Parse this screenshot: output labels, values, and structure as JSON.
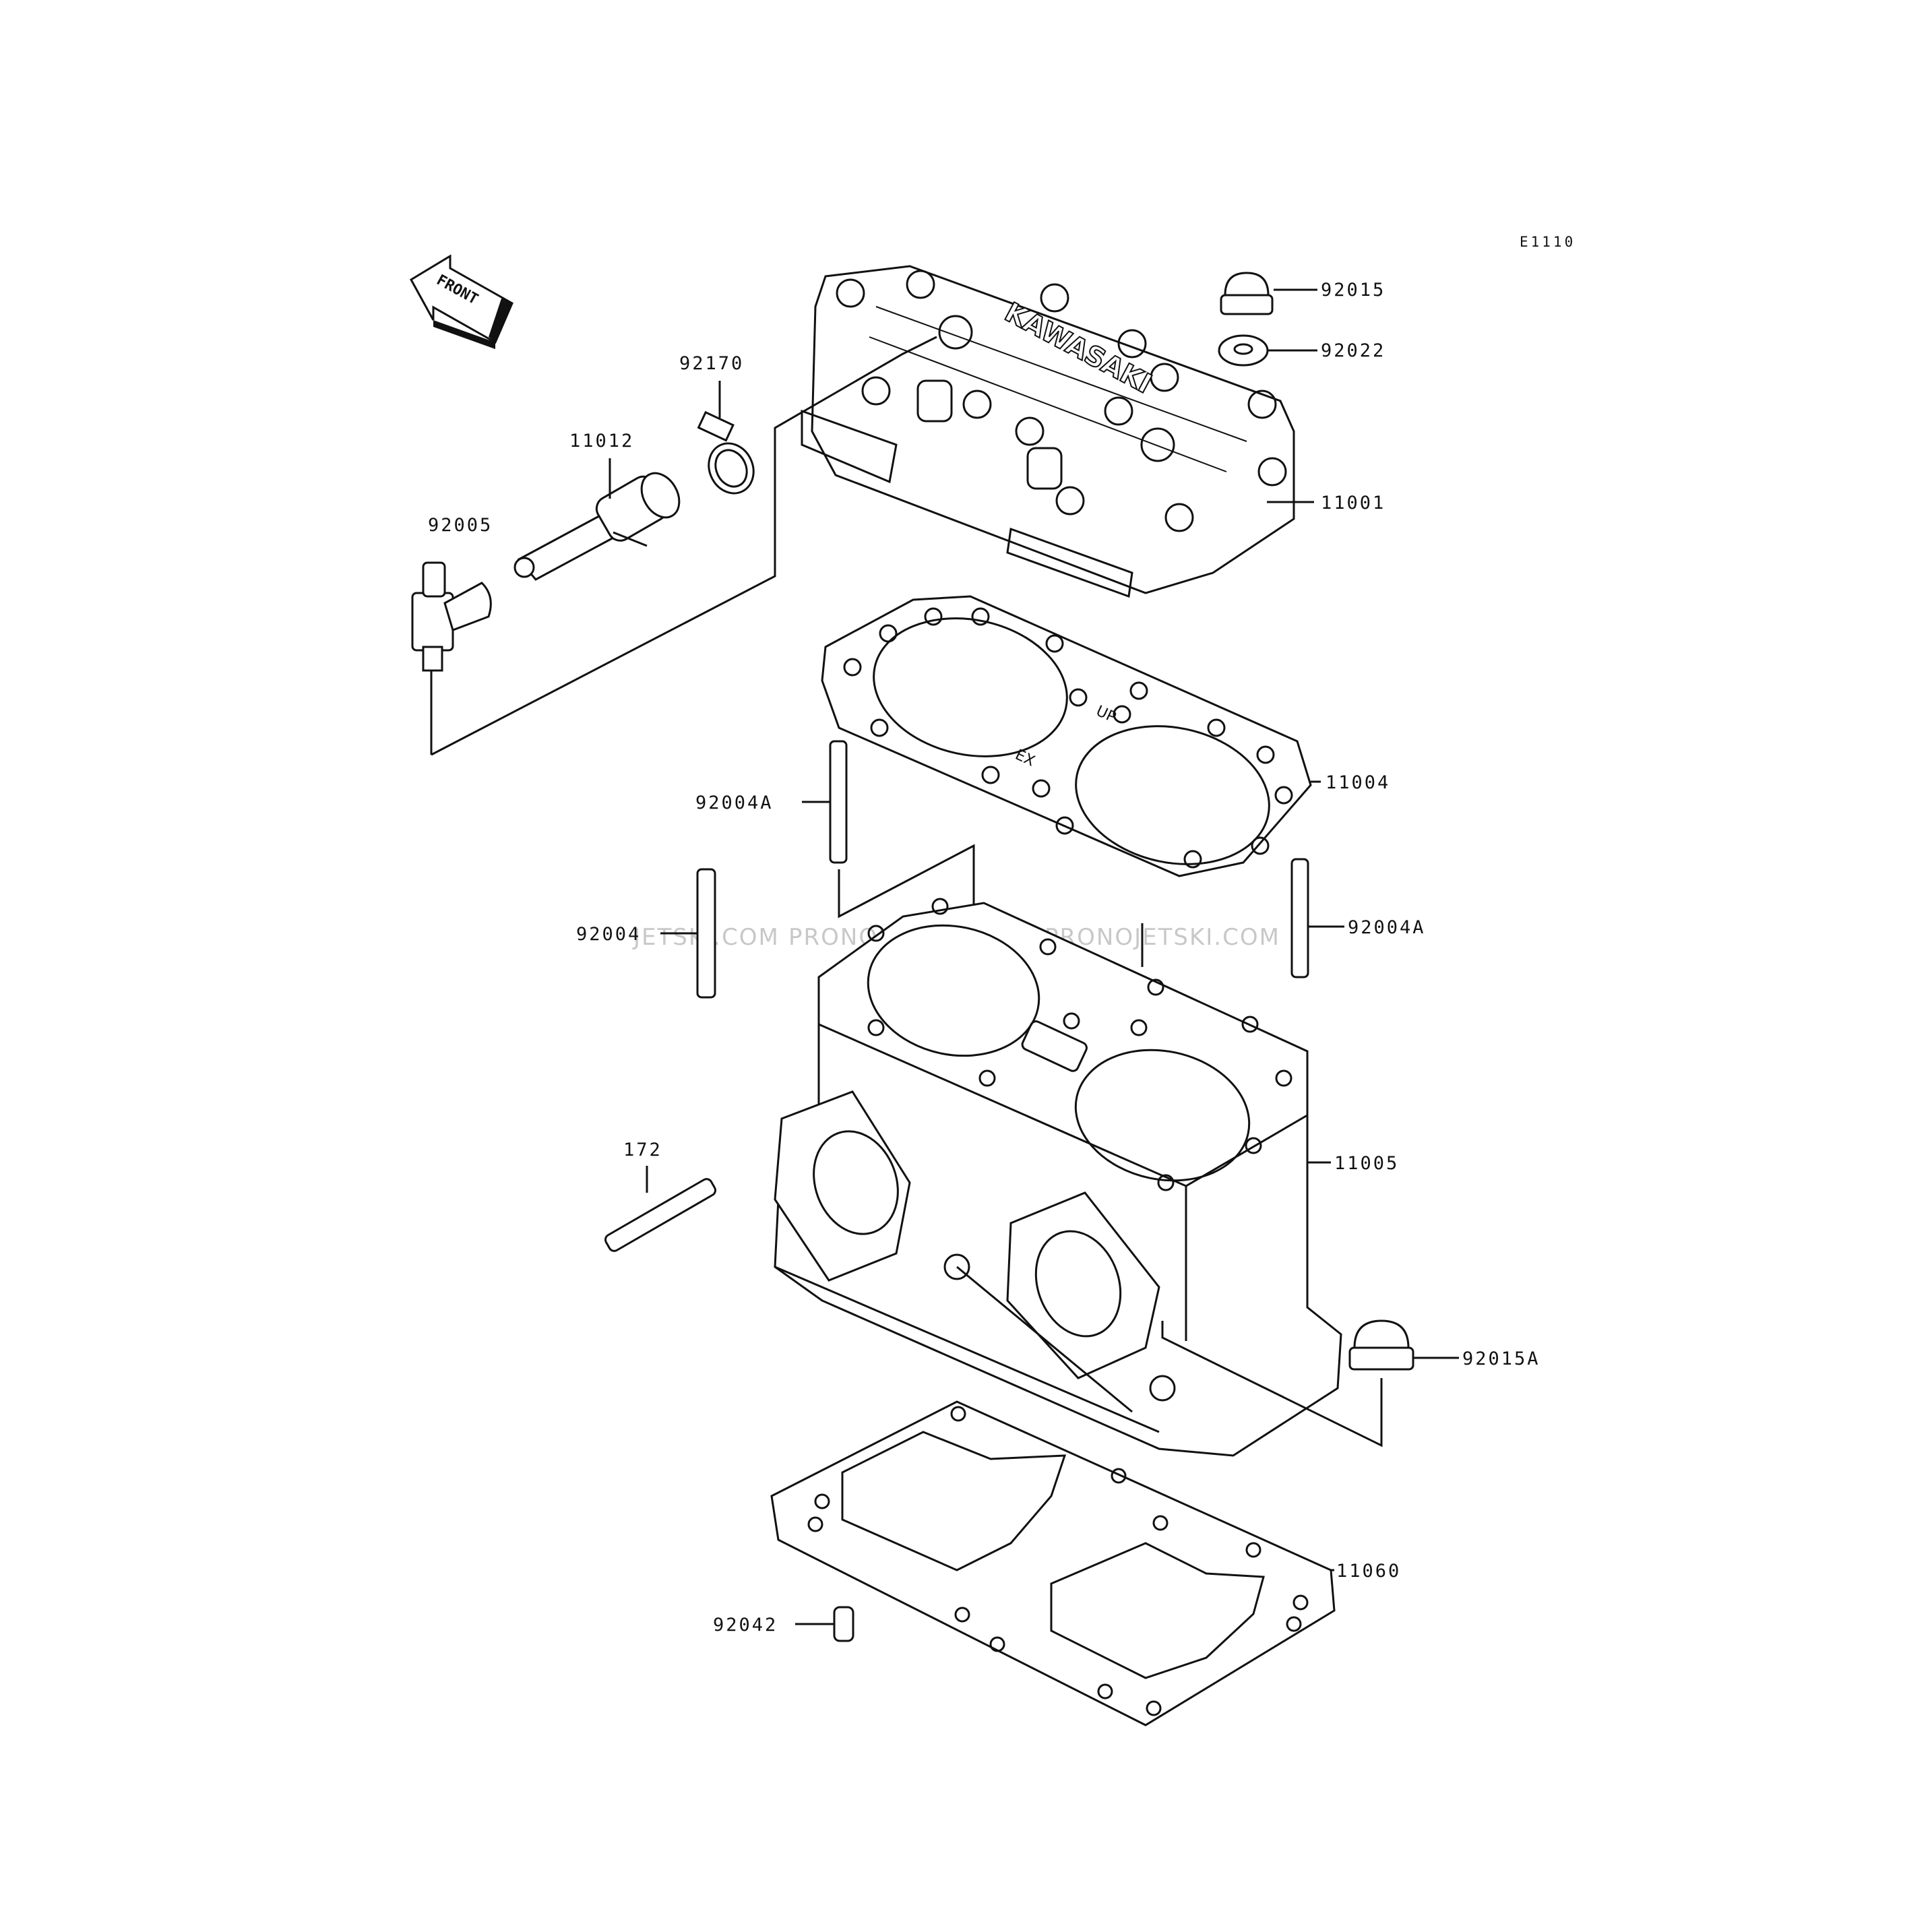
{
  "diagram": {
    "reference_code": "E1110",
    "front_arrow_label": "FRONT",
    "brand_emboss": "KAWASAKI",
    "gasket_marks": {
      "up": "UP",
      "ex": "EX"
    },
    "watermarks": [
      "JETSKI.COM",
      "PRONOJETSKI.COM",
      "PRONOJETSKI.COM"
    ],
    "callouts": {
      "p92015": "92015",
      "p92022": "92022",
      "p92170": "92170",
      "p11012": "11012",
      "p92005": "92005",
      "p11001": "11001",
      "p11004": "11004",
      "p92004A_left": "92004A",
      "p92004": "92004",
      "p92004A_right": "92004A",
      "p172": "172",
      "p11005": "11005",
      "p92015A": "92015A",
      "p11060": "11060",
      "p92042": "92042"
    }
  }
}
